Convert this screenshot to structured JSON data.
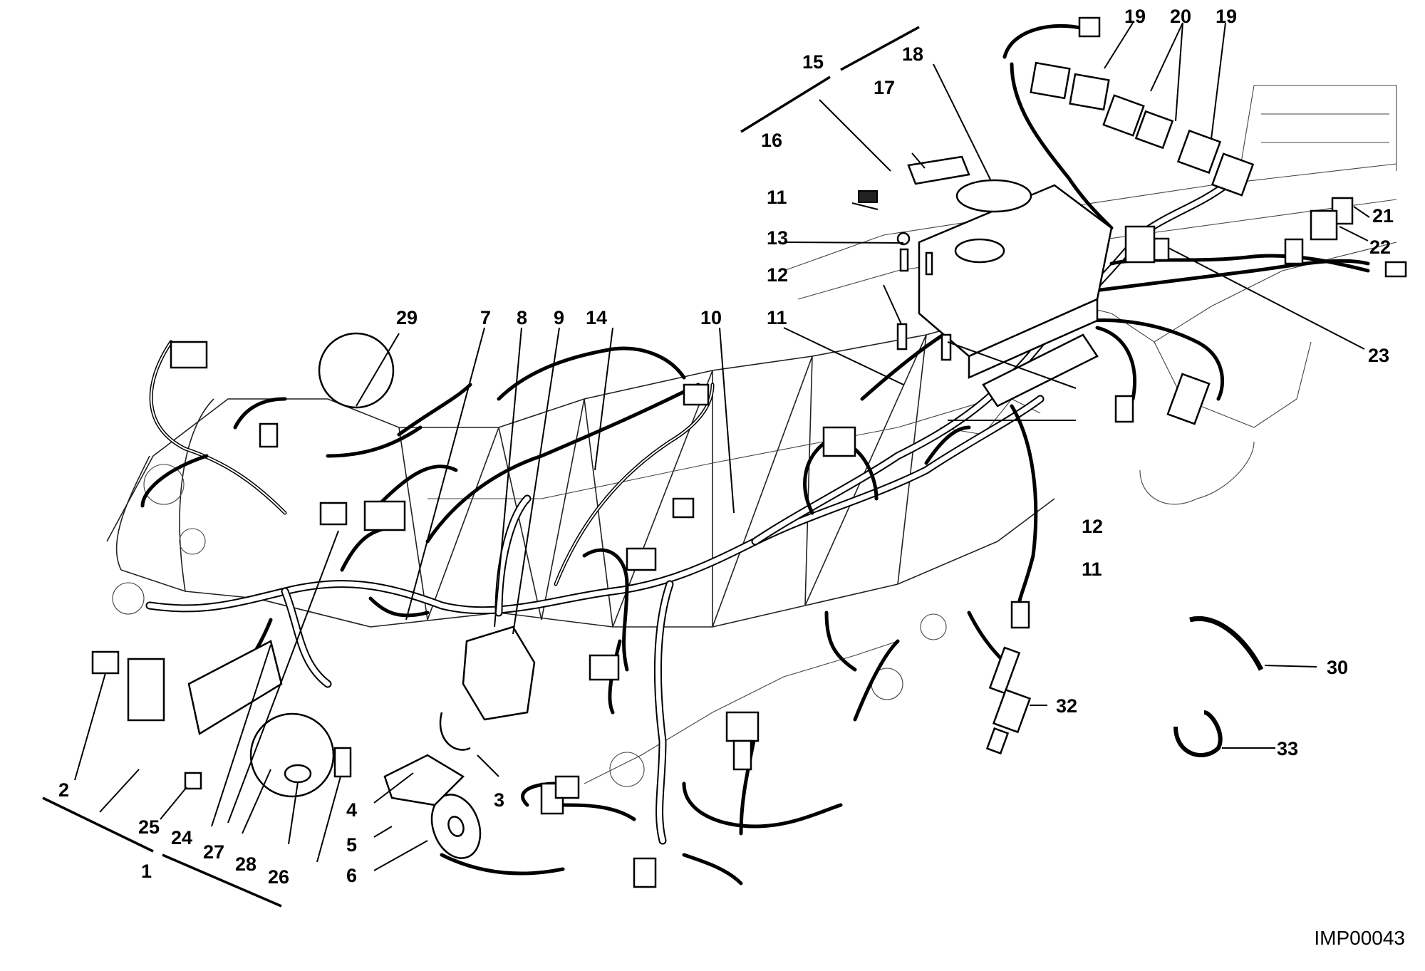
{
  "diagram": {
    "code": "IMP00043",
    "labels": {
      "l1": "1",
      "l2": "2",
      "l3": "3",
      "l4": "4",
      "l5": "5",
      "l6": "6",
      "l7": "7",
      "l8": "8",
      "l9": "9",
      "l10": "10",
      "l11a": "11",
      "l11b": "11",
      "l11c": "11",
      "l12a": "12",
      "l12b": "12",
      "l13": "13",
      "l14": "14",
      "l15": "15",
      "l16": "16",
      "l17": "17",
      "l18": "18",
      "l19a": "19",
      "l19b": "19",
      "l20": "20",
      "l21": "21",
      "l22": "22",
      "l23": "23",
      "l24": "24",
      "l25": "25",
      "l26": "26",
      "l27": "27",
      "l28": "28",
      "l29": "29",
      "l30": "30",
      "l32": "32",
      "l33": "33"
    }
  }
}
